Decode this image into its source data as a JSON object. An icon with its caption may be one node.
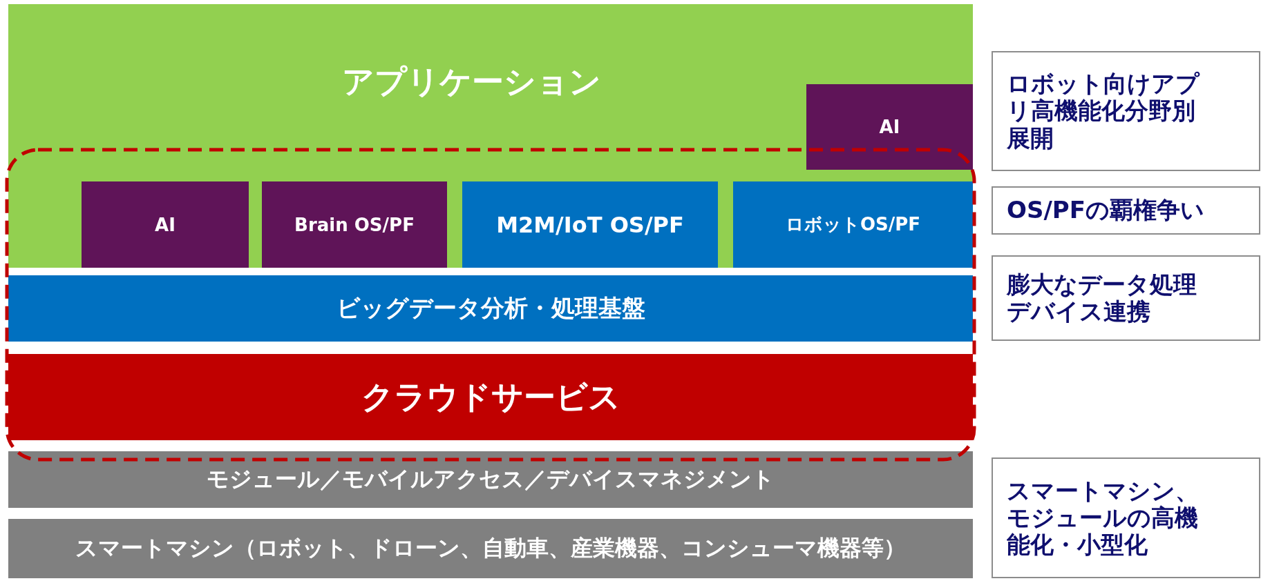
{
  "diagram": {
    "nodes": [
      {
        "text": [
          "アプリケーション"
        ]
      },
      {
        "text": [
          "AI"
        ],
        "in": 0
      },
      {
        "text": [
          "AI"
        ],
        "in": 0
      },
      {
        "text": [
          "Brain OS/PF"
        ],
        "in": 0
      },
      {
        "text": [
          "M2M/IoT OS/PF"
        ],
        "in": 0
      },
      {
        "text": [
          "ロボットOS/PF"
        ],
        "in": 0
      },
      {
        "text": [
          "ビッグデータ分析・処理基盤"
        ]
      },
      {
        "text": [
          "クラウドサービス"
        ]
      },
      {
        "text": [
          "モジュール／モバイルアクセス／デバイスマネジメント"
        ]
      },
      {
        "text": [
          "スマートマシン（ロボット、ドローン、自動車、産業機器、コンシューマ機器等）"
        ]
      },
      {
        "text": [
          "ロボット向けアプリ高機能化分野別展開"
        ]
      },
      {
        "text": [
          "OS/PFの覇権争い"
        ]
      },
      {
        "text": [
          "膨大なデータ処理デバイス連携"
        ]
      },
      {
        "text": [
          "スマートマシン、モジュールの高機能化・小型化"
        ]
      }
    ]
  }
}
